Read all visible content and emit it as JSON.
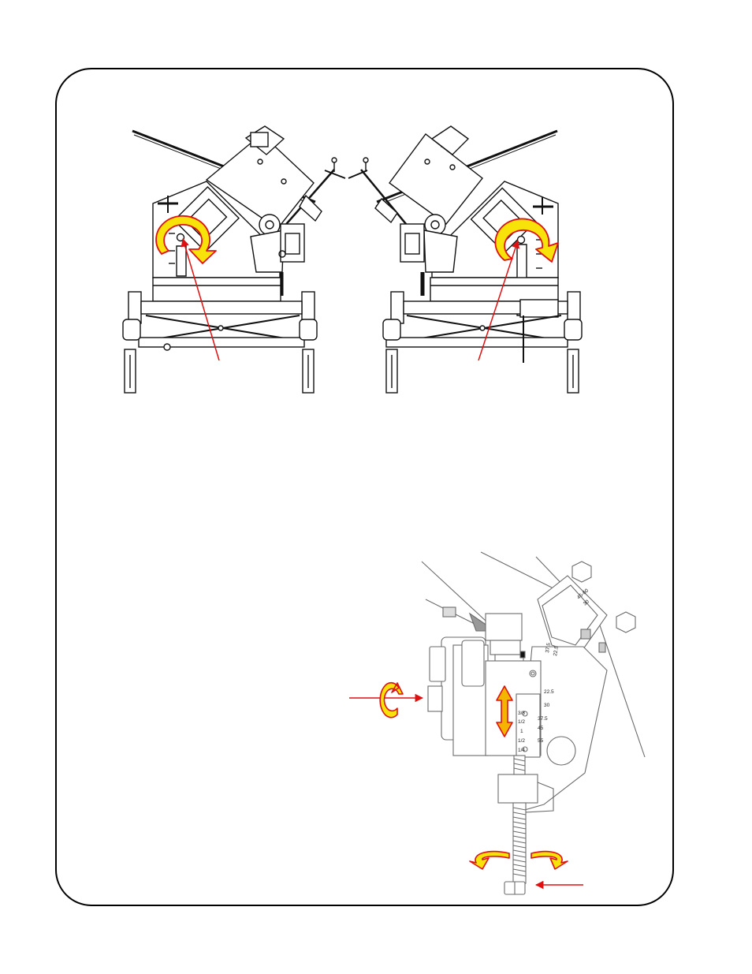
{
  "page": {
    "background": "#ffffff",
    "border_color": "#000000"
  },
  "colors": {
    "pointer": "#e01010",
    "arrow_fill": "#f7e20a",
    "arrow_fill_alt": "#f5b400",
    "arrow_outline": "#e01010",
    "line_art": "#111111",
    "line_art_light": "#6b6b6b"
  },
  "figures": {
    "left_machine": {
      "icon": "machine-front-view-left",
      "rotation_arrow": "clockwise-rotation-arrow-icon"
    },
    "right_machine": {
      "icon": "machine-front-view-right",
      "rotation_arrow": "clockwise-rotation-arrow-icon"
    },
    "detail_view": {
      "icon": "bevel-head-detail",
      "scale_ticks": [
        "22.5",
        "30",
        "37.5",
        "45",
        "55"
      ],
      "scale_fractions": [
        "3/8",
        "1/2",
        "1",
        "1/2",
        "1/4"
      ],
      "top_ticks": [
        "45-60",
        "30"
      ],
      "side_ticks": [
        "37.5",
        "22.5"
      ],
      "arrows": [
        "counter-clockwise-arrow-icon",
        "vertical-double-arrow-icon",
        "horizontal-rotation-arrow-icon",
        "pointer-arrow-icon"
      ]
    }
  }
}
